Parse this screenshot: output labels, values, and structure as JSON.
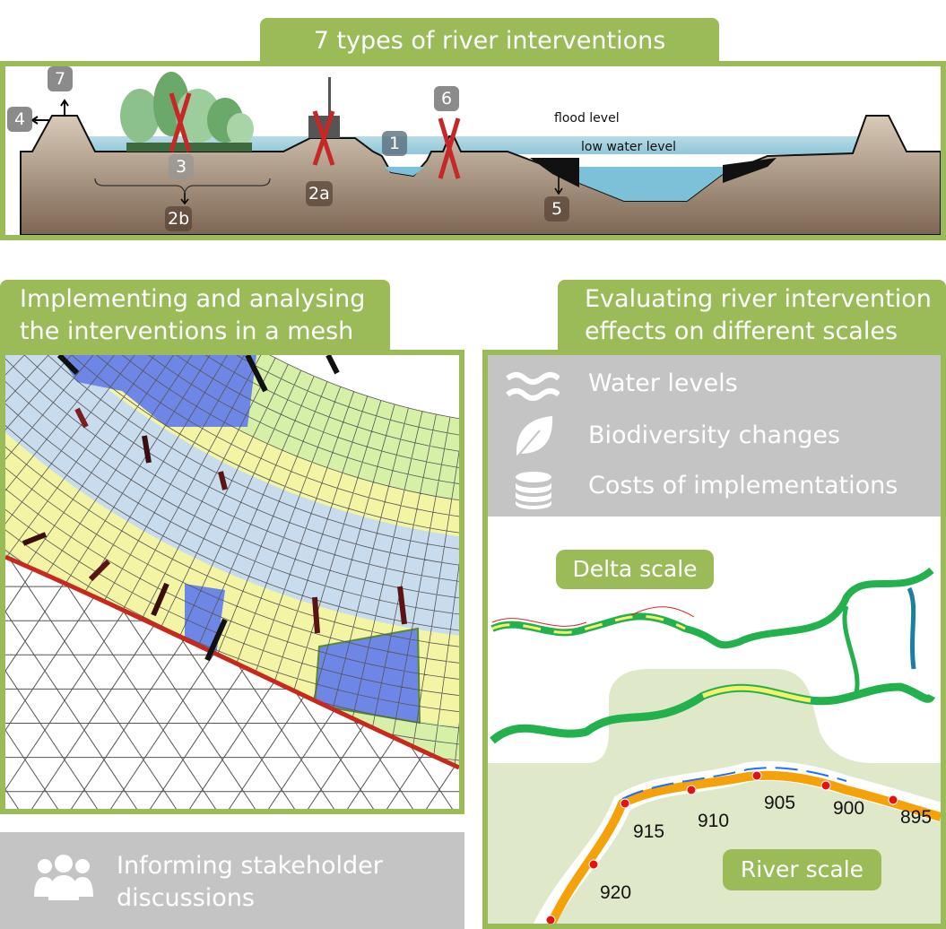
{
  "top": {
    "title": "7 types of river interventions",
    "flood_level": "flood level",
    "low_water_level": "low water level",
    "markers": [
      "7",
      "4",
      "3",
      "2b",
      "2a",
      "1",
      "6",
      "5"
    ]
  },
  "left": {
    "title_line1": "Implementing and analysing",
    "title_line2": "the interventions in a mesh"
  },
  "stakeholder": {
    "line1": "Informing stakeholder",
    "line2": "discussions"
  },
  "right": {
    "title_line1": "Evaluating river intervention",
    "title_line2": "effects on different scales",
    "items": [
      {
        "icon": "waves-icon",
        "label": "Water levels"
      },
      {
        "icon": "leaf-icon",
        "label": "Biodiversity changes"
      },
      {
        "icon": "coins-icon",
        "label": "Costs of implementations"
      }
    ],
    "delta_label": "Delta scale",
    "river_label": "River scale",
    "river_km": [
      "915",
      "910",
      "905",
      "900",
      "895",
      "920"
    ]
  },
  "colors": {
    "accent": "#9bbb59",
    "panel_grey": "#c4c4c4",
    "river_orange": "#f5a20a",
    "marker_red": "#e81010"
  }
}
